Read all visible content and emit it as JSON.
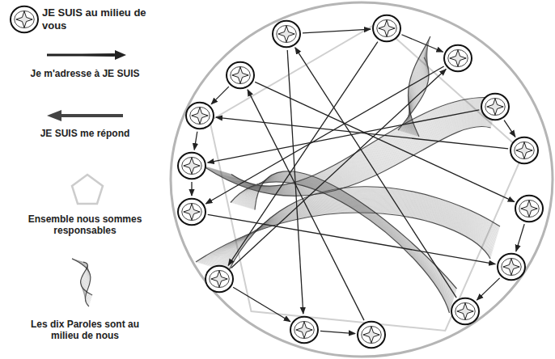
{
  "diagram": {
    "legend": [
      {
        "text": "JE SUIS au milieu de vous"
      },
      {
        "text": "Je m'adresse à JE SUIS"
      },
      {
        "text": "JE SUIS me répond"
      },
      {
        "text": "Ensemble nous sommes responsables"
      },
      {
        "text": "Les dix Paroles sont au milieu de nous"
      }
    ]
  }
}
